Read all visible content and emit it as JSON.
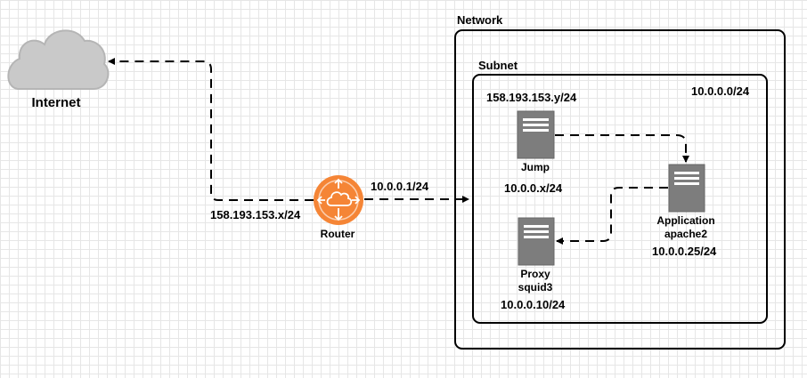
{
  "network": {
    "label": "Network"
  },
  "subnet": {
    "label": "Subnet",
    "cidr": "10.0.0.0/24"
  },
  "internet": {
    "label": "Internet",
    "icon": "cloud-icon"
  },
  "router": {
    "label": "Router",
    "icon": "router-icon",
    "color": "#f58536",
    "public_ip": "158.193.153.x/24",
    "private_ip": "10.0.0.1/24"
  },
  "hosts": {
    "jump": {
      "label": "Jump",
      "public_ip": "158.193.153.y/24",
      "private_ip": "10.0.0.x/24",
      "icon": "server-icon"
    },
    "application": {
      "label": "Application",
      "service": "apache2",
      "ip": "10.0.0.25/24",
      "icon": "server-icon"
    },
    "proxy": {
      "label": "Proxy",
      "service": "squid3",
      "ip": "10.0.0.10/24",
      "icon": "server-icon"
    }
  },
  "colors": {
    "server": "#7d7d7d",
    "cloud": "#c9c9c9",
    "router": "#f58536"
  }
}
